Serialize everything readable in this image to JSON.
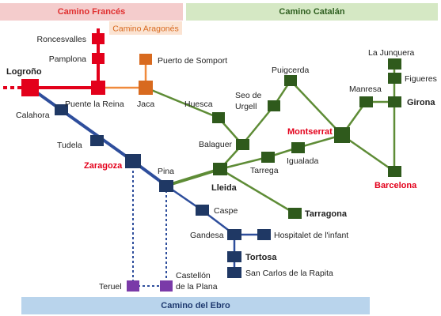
{
  "banners": {
    "frances": "Camino Francés",
    "catalan": "Camino Catalán",
    "ebro": "Camino del Ebro"
  },
  "colors": {
    "frances": "#e3001b",
    "aragones": "#f08a3c",
    "aragones_node": "#d86a1f",
    "catalan": "#5e8c36",
    "catalan_node": "#2f5a1c",
    "ebro": "#2e4e9c",
    "ebro_node": "#1f3864",
    "teruel": "#7a3aa8",
    "highlight_text": "#e3001b"
  },
  "labels": {
    "camino_aragones": "Camino Aragonés",
    "roncesvalles": "Roncesvalles",
    "pamplona": "Pamplona",
    "logrono": "Logroño",
    "puente_la_reina": "Puente la Reina",
    "jaca": "Jaca",
    "puerto_de_somport": "Puerto de Somport",
    "calahora": "Calahora",
    "tudela": "Tudela",
    "zaragoza": "Zaragoza",
    "pina": "Pina",
    "caspe": "Caspe",
    "gandesa": "Gandesa",
    "hospitalet": "Hospitalet de l'infant",
    "tortosa": "Tortosa",
    "san_carlos": "San Carlos de la Rapita",
    "teruel": "Teruel",
    "castellon_1": "Castellón",
    "castellon_2": "de la Plana",
    "huesca": "Huesca",
    "seo_de_urgell_1": "Seo de",
    "seo_de_urgell_2": "Urgell",
    "puigcerda": "Puigcerda",
    "balaguer": "Balaguer",
    "lleida": "Lleida",
    "tarrega": "Tarrega",
    "igualada": "Igualada",
    "montserrat": "Montserrat",
    "tarragona": "Tarragona",
    "manresa": "Manresa",
    "la_junquera": "La Junquera",
    "figueres": "Figueres",
    "girona": "Girona",
    "barcelona": "Barcelona"
  }
}
